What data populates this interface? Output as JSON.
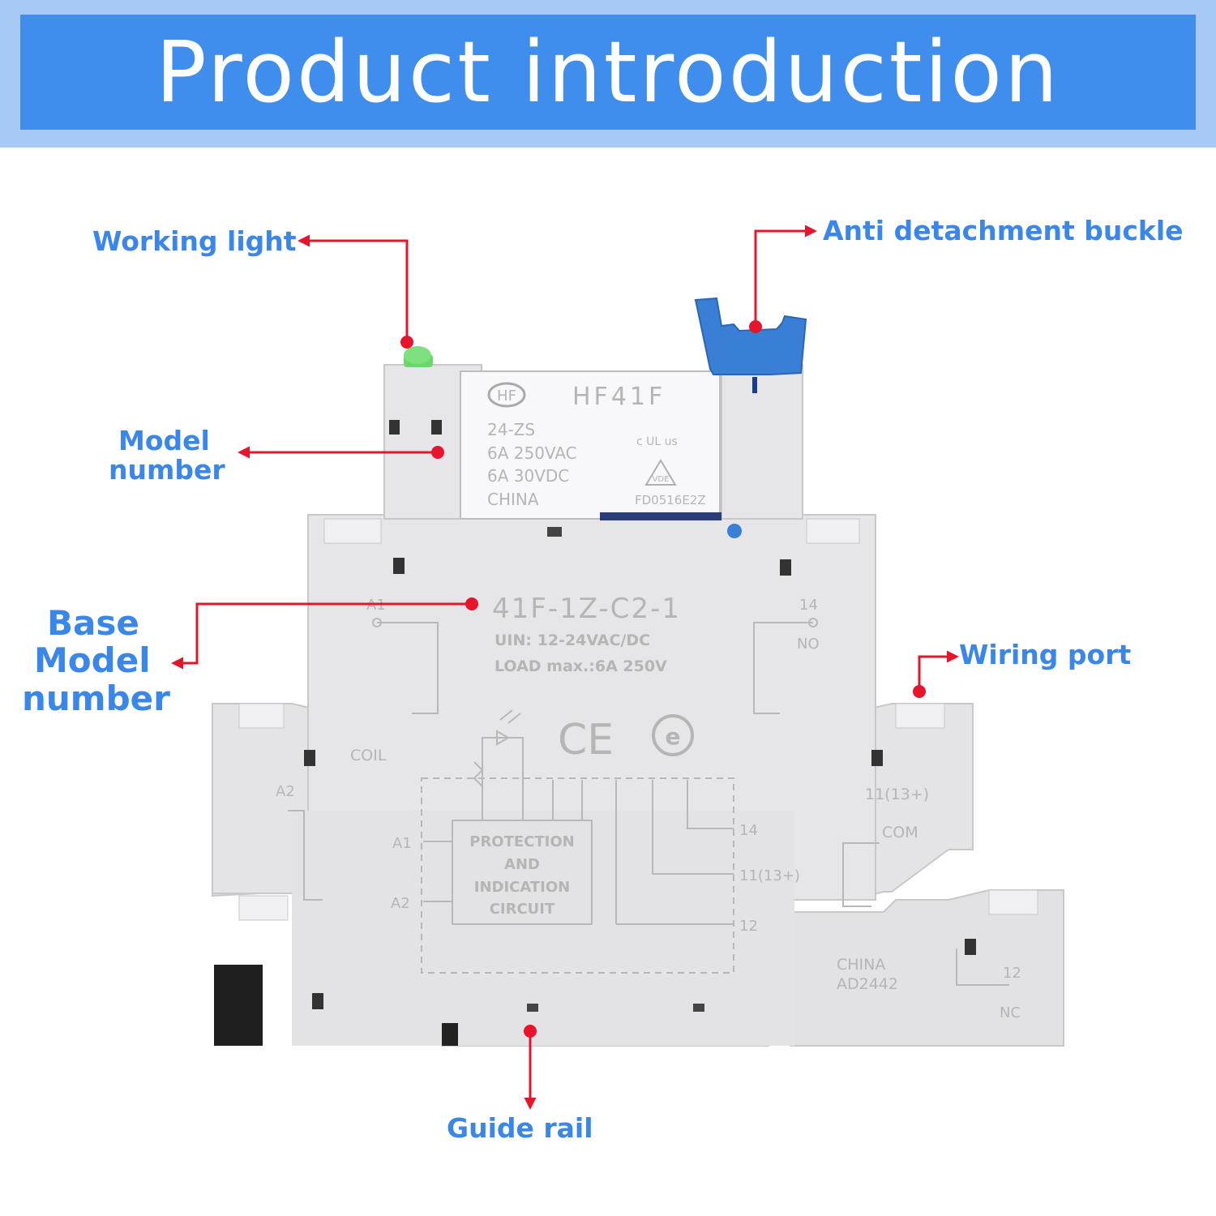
{
  "title": "Product introduction",
  "callouts": {
    "working_light": "Working light",
    "anti_detachment_buckle": "Anti detachment buckle",
    "model_number_line1": "Model",
    "model_number_line2": "number",
    "base_model_number_line1": "Base",
    "base_model_number_line2": "Model",
    "base_model_number_line3": "number",
    "wiring_port": "Wiring port",
    "guide_rail": "Guide rail"
  },
  "relay": {
    "logo": "HF",
    "model": "HF41F",
    "code": "24-ZS",
    "rating_ac": "6A  250VAC",
    "rating_dc": "6A  30VDC",
    "origin": "CHINA",
    "cert_ul": "c UL us",
    "cert_vde": "VDE",
    "serial": "FD0516E2Z"
  },
  "base": {
    "model": "41F-1Z-C2-1",
    "input": "UIN: 12-24VAC/DC",
    "load": "LOAD max.:6A 250V",
    "a1": "A1",
    "a2": "A2",
    "coil": "COIL",
    "t14": "14",
    "no": "NO",
    "t11": "11(13+)",
    "com": "COM",
    "t12": "12",
    "nc": "NC",
    "ce": "CE",
    "origin": "CHINA",
    "lot": "AD2442",
    "circuit_line1": "PROTECTION",
    "circuit_line2": "AND",
    "circuit_line3": "INDICATION",
    "circuit_line4": "CIRCUIT",
    "diag_a1": "A1",
    "diag_a2": "A2",
    "diag_14": "14",
    "diag_11": "11(13+)",
    "diag_12": "12"
  },
  "colors": {
    "banner": "#3f8ded",
    "banner_border": "#a9c9f5",
    "callout_text": "#3a86ea",
    "arrow": "#e8142c",
    "housing": "#e4e4e6",
    "relay_body": "#f8f8fa",
    "buckle": "#3a7fd6",
    "led": "#6bd66b"
  }
}
